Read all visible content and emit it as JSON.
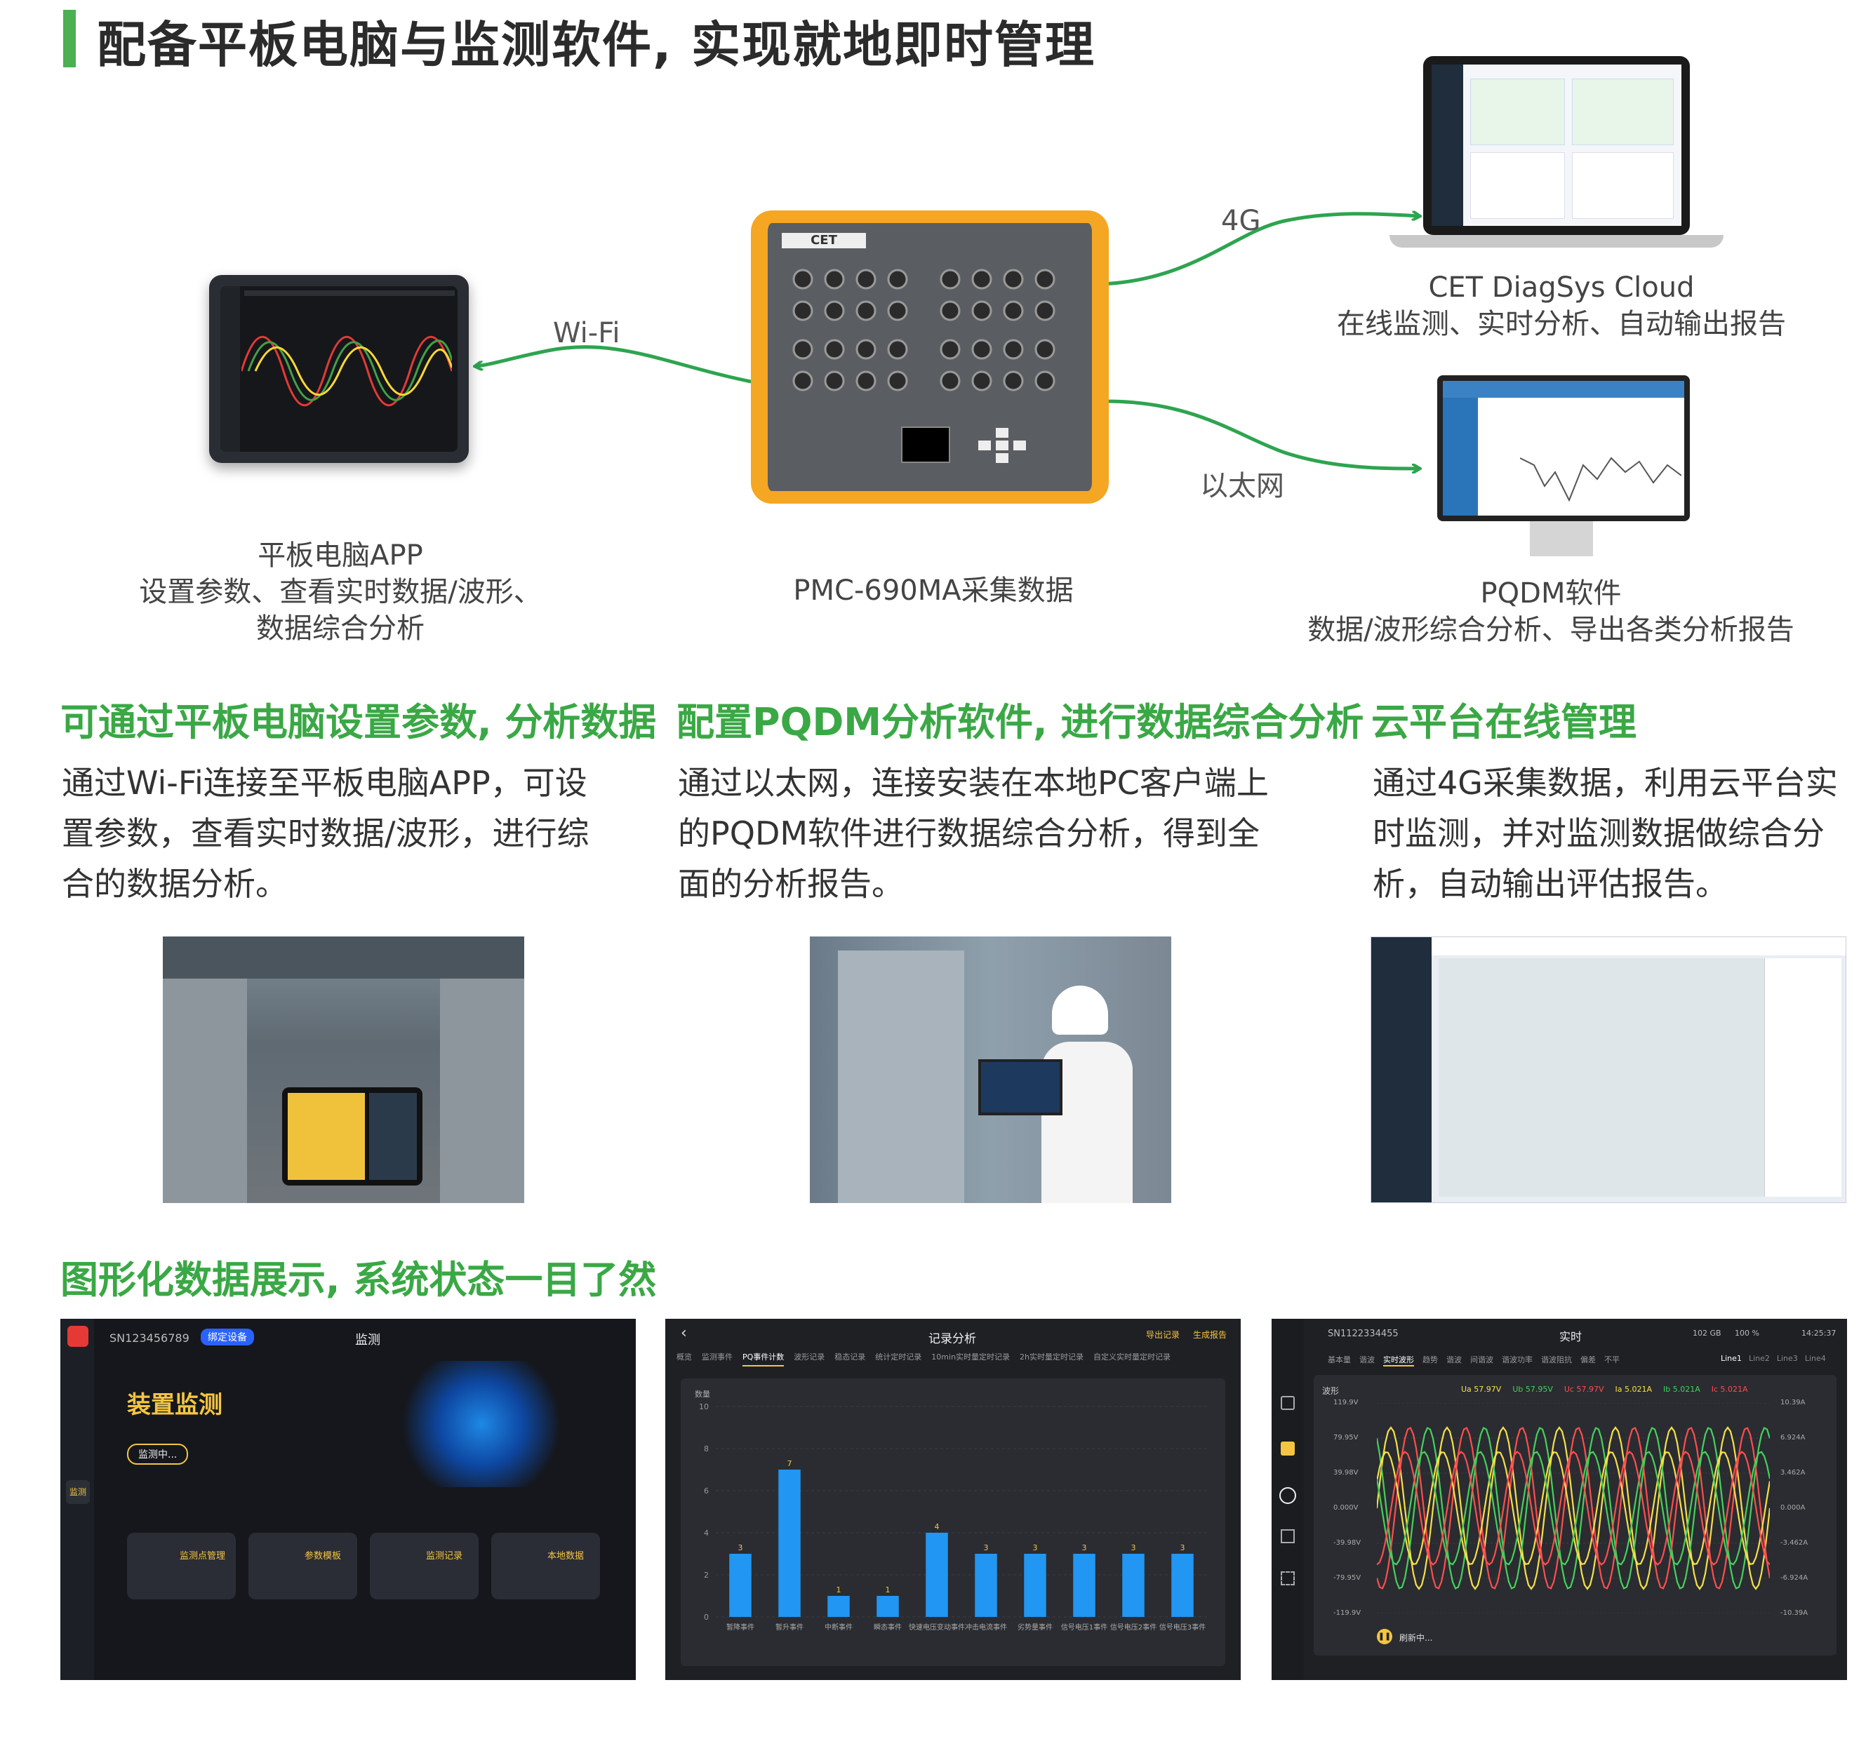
{
  "title": "配备平板电脑与监测软件, 实现就地即时管理",
  "colors": {
    "accent_green": "#3aa845",
    "title_bar": "#4caf50",
    "device_orange": "#f5a623",
    "chart_blue": "#2196f3"
  },
  "diagram": {
    "tablet": {
      "line1": "平板电脑APP",
      "line2": "设置参数、查看实时数据/波形、",
      "line3": "数据综合分析"
    },
    "device": {
      "label": "PMC-690MA采集数据",
      "brand": "CET",
      "model": "PMC-690MA"
    },
    "cloud": {
      "line1": "CET DiagSys Cloud",
      "line2": "在线监测、实时分析、自动输出报告"
    },
    "pqdm": {
      "line1": "PQDM软件",
      "line2": "数据/波形综合分析、导出各类分析报告"
    },
    "links": {
      "wifi": "Wi-Fi",
      "g4": "4G",
      "ethernet": "以太网"
    }
  },
  "sections": [
    {
      "heading": "可通过平板电脑设置参数, 分析数据",
      "lines": [
        "通过Wi-Fi连接至平板电脑APP，可设",
        "置参数，查看实时数据/波形，进行综",
        "合的数据分析。"
      ]
    },
    {
      "heading": "配置PQDM分析软件, 进行数据综合分析",
      "lines": [
        "通过以太网，连接安装在本地PC客户端上",
        "的PQDM软件进行数据综合分析，得到全",
        "面的分析报告。"
      ]
    },
    {
      "heading": "云平台在线管理",
      "lines": [
        "通过4G采集数据，利用云平台实",
        "时监测，并对监测数据做综合分",
        "析，自动输出评估报告。"
      ]
    }
  ],
  "graphics_heading": "图形化数据展示, 系统状态一目了然",
  "screen1": {
    "serial": "SN123456789",
    "tag": "绑定设备",
    "header": "监测",
    "title": "装置监测",
    "button": "监测中...",
    "cards": [
      "监测点管理",
      "参数模板",
      "监测记录",
      "本地数据"
    ],
    "sidebar": [
      "监测"
    ]
  },
  "screen2": {
    "title": "记录分析",
    "export": "导出记录",
    "report": "生成报告",
    "tabs": [
      "概览",
      "监测事件",
      "PQ事件计数",
      "波形记录",
      "稳态记录",
      "统计定时记录",
      "10min实时量定时记录",
      "2h实时量定时记录",
      "自定义实时量定时记录"
    ],
    "active_tab": "PQ事件计数",
    "y_label": "数量"
  },
  "chart_data": {
    "type": "bar",
    "title": "",
    "ylabel": "数量",
    "ylim": [
      0,
      10
    ],
    "yticks": [
      0,
      2,
      4,
      6,
      8,
      10
    ],
    "categories": [
      "暂降事件",
      "暂升事件",
      "中断事件",
      "瞬态事件",
      "快速电压变动事件",
      "冲击电流事件",
      "劣势量事件",
      "信号电压1事件",
      "信号电压2事件",
      "信号电压3事件"
    ],
    "values": [
      3,
      7,
      1,
      1,
      4,
      3,
      3,
      3,
      3,
      3
    ],
    "grid": true
  },
  "screen3": {
    "serial": "SN1122334455",
    "header": "实时",
    "storage": "102 GB",
    "battery": "100 %",
    "time": "14:25:37",
    "tabs": [
      "基本量",
      "谐波",
      "实时波形",
      "趋势",
      "谐波",
      "间谐波",
      "谐波功率",
      "谐波阻抗",
      "偏差",
      "不平"
    ],
    "active_tab": "实时波形",
    "lines": [
      "Line1",
      "Line2",
      "Line3",
      "Line4"
    ],
    "wave_label": "波形",
    "legend": [
      "Ua 57.97V",
      "Ub 57.95V",
      "Uc 57.97V",
      "Ia 5.021A",
      "Ib 5.021A",
      "Ic 5.021A"
    ],
    "left_axis": [
      "119.9V",
      "79.95V",
      "39.98V",
      "0.000V",
      "-39.98V",
      "-79.95V",
      "-119.9V"
    ],
    "right_axis": [
      "10.39A",
      "6.924A",
      "3.462A",
      "0.000A",
      "-3.462A",
      "-6.924A",
      "-10.39A"
    ],
    "status": "刷新中..."
  }
}
